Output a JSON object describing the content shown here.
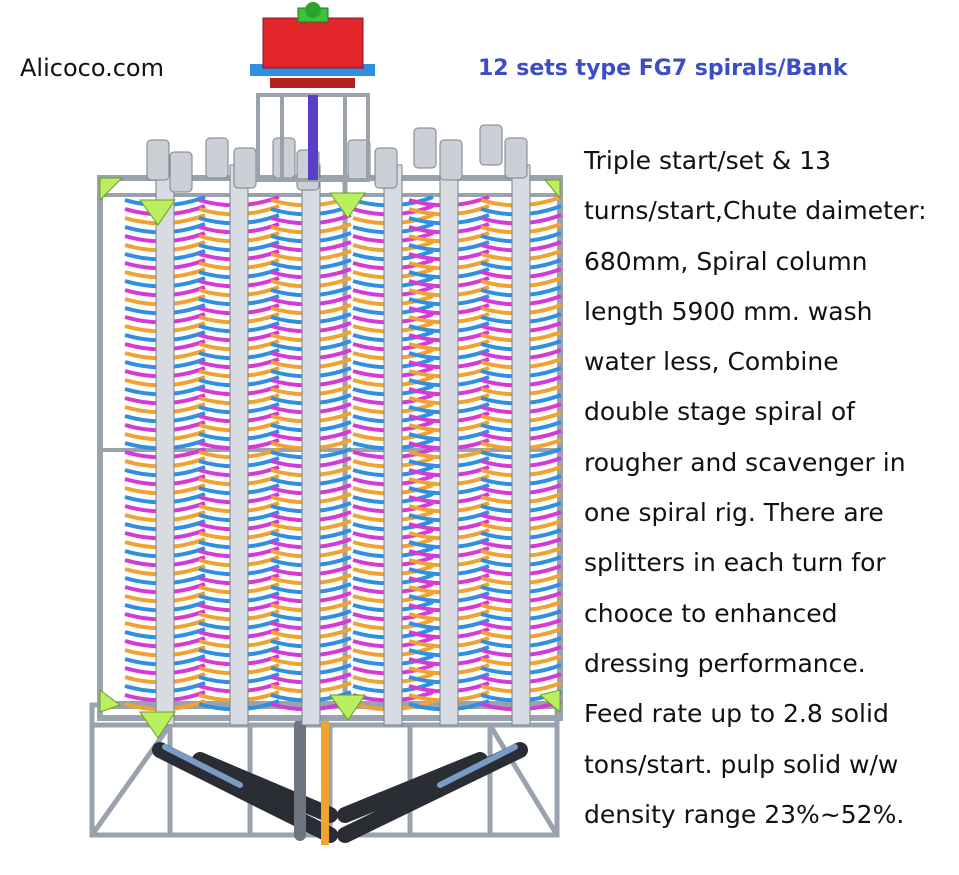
{
  "header": {
    "brand": "Alicoco.com",
    "title": "12 sets type FG7 spirals/Bank",
    "title_color": "#3B4EC8"
  },
  "description": {
    "lines": [
      "Triple start/set & 13",
      "turns/start,Chute daimeter:",
      "680mm, Spiral column",
      "length 5900 mm. wash",
      "water less, Combine",
      "double stage spiral of",
      "rougher and scavenger in",
      "one spiral rig. There are",
      "splitters in each turn for",
      "chooce to enhanced",
      "dressing performance.",
      "Feed rate up to 2.8 solid",
      "tons/start. pulp solid w/w",
      "density range 23%~52%."
    ]
  },
  "illustration": {
    "spiral_columns": 6,
    "colors": {
      "frame": "#9aa3ad",
      "feed_box": "#e3262c",
      "cap": "#ccd0d6",
      "chute_blue": "#2f8fe0",
      "chute_magenta": "#d63ad6",
      "chute_orange": "#f0a330",
      "corner_plate": "#b8f060",
      "pipe": "#2a2d33"
    }
  }
}
